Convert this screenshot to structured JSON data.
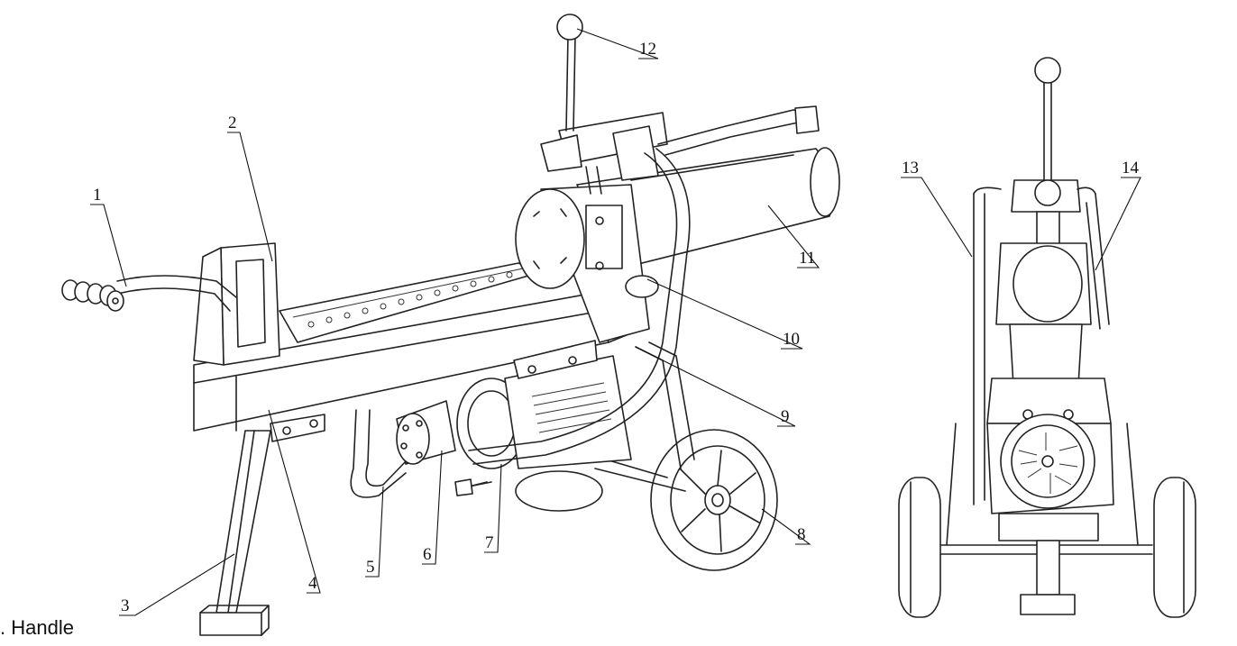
{
  "callouts": [
    "1",
    "2",
    "3",
    "4",
    "5",
    "6",
    "7",
    "8",
    "9",
    "10",
    "11",
    "12",
    "13",
    "14"
  ],
  "caption": ". Handle"
}
